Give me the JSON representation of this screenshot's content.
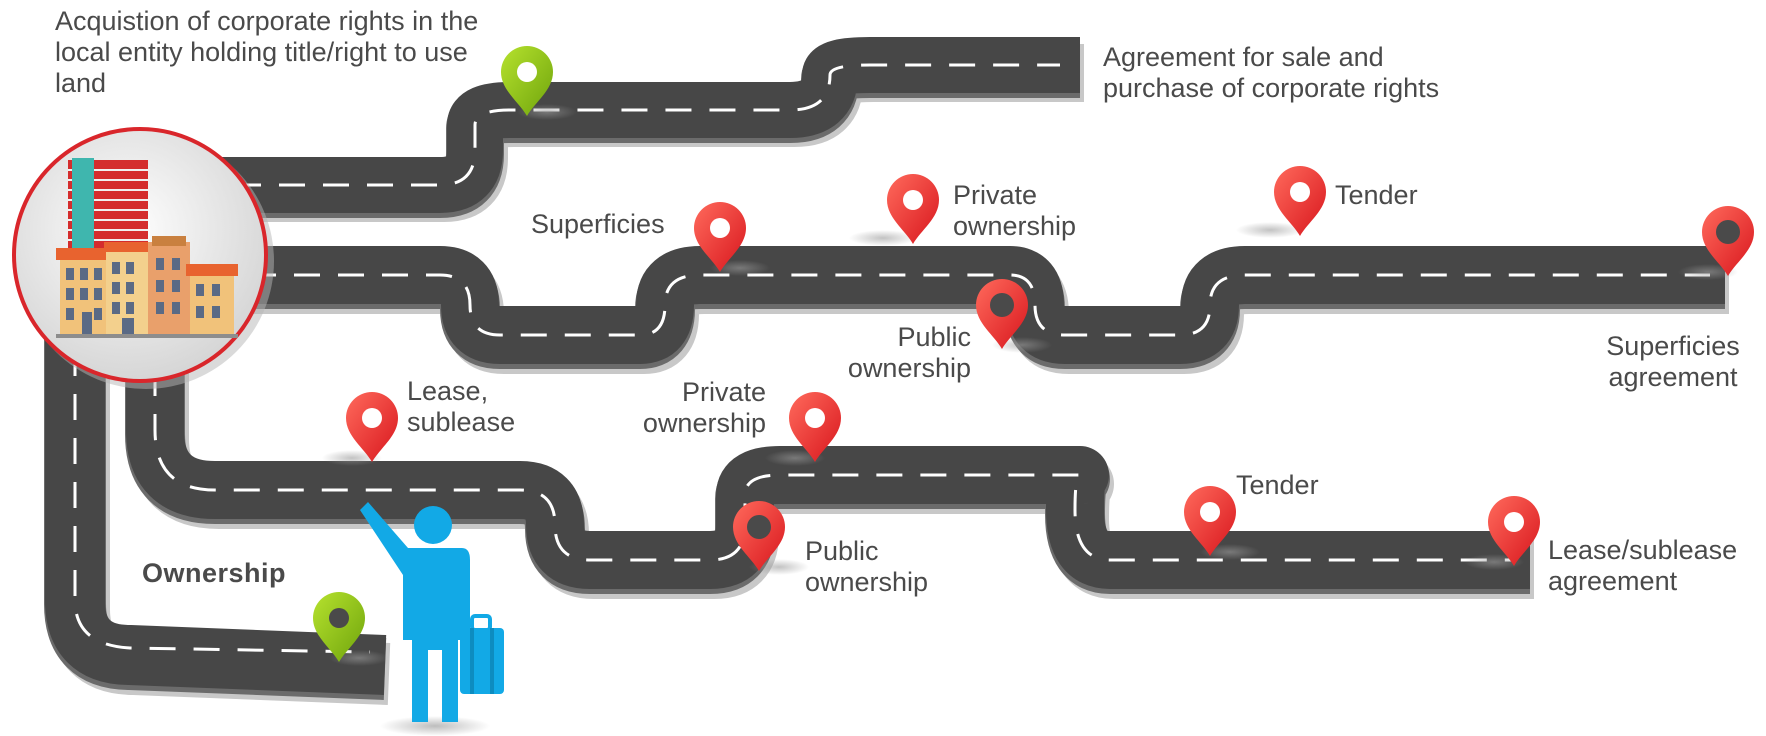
{
  "colors": {
    "road": "#474747",
    "road_edge": "#6a6a6a",
    "road_shadow": "#c9c9c9",
    "lane": "#ffffff",
    "pin_red": "#e8292c",
    "pin_green": "#8cbf14",
    "person": "#12a9e6",
    "building_circle_border": "#d9262b",
    "text": "#4a4a4a"
  },
  "labels": {
    "acquisition": "Acquistion of corporate rights in the local entity holding title/right to use land",
    "agreement_corporate": "Agreement for sale and purchase of corporate rights",
    "superficies": "Superficies",
    "private_ownership_top": "Private ownership",
    "tender_top": "Tender",
    "public_ownership_top": "Public ownership",
    "superficies_agreement": "Superficies agreement",
    "lease_sublease": "Lease, sublease",
    "private_ownership_mid": "Private ownership",
    "public_ownership_mid": "Public ownership",
    "tender_mid": "Tender",
    "lease_agreement": "Lease/sublease agreement",
    "ownership": "Ownership"
  },
  "icons": {
    "pins": "map-pin-icon",
    "person": "traveler-with-suitcase-icon",
    "buildings": "city-buildings-icon"
  }
}
